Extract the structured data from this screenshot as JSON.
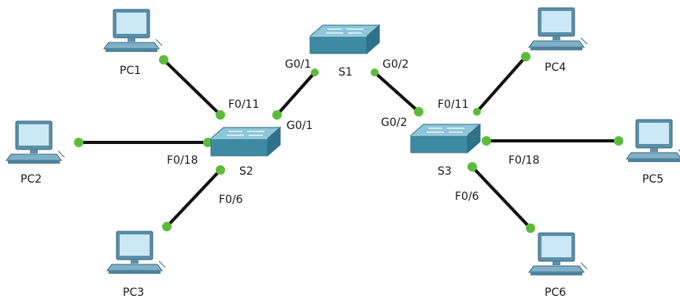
{
  "colors": {
    "link": "#111111",
    "port_up": "#5dbb3a",
    "switch_top": "#6fb3c9",
    "switch_front": "#3f8aa3",
    "pc_monitor": "#5a8fa8",
    "pc_screen": "#bfe3f0"
  },
  "devices": {
    "s1": {
      "name": "S1",
      "type": "switch",
      "icon": "switch-icon"
    },
    "s2": {
      "name": "S2",
      "type": "switch",
      "icon": "switch-icon"
    },
    "s3": {
      "name": "S3",
      "type": "switch",
      "icon": "switch-icon"
    },
    "pc1": {
      "name": "PC1",
      "type": "pc",
      "icon": "pc-icon"
    },
    "pc2": {
      "name": "PC2",
      "type": "pc",
      "icon": "pc-icon"
    },
    "pc3": {
      "name": "PC3",
      "type": "pc",
      "icon": "pc-icon"
    },
    "pc4": {
      "name": "PC4",
      "type": "pc",
      "icon": "pc-icon"
    },
    "pc5": {
      "name": "PC5",
      "type": "pc",
      "icon": "pc-icon"
    },
    "pc6": {
      "name": "PC6",
      "type": "pc",
      "icon": "pc-icon"
    }
  },
  "ports": {
    "s1_g01": "G0/1",
    "s1_g02": "G0/2",
    "s2_g01": "G0/1",
    "s2_f011": "F0/11",
    "s2_f018": "F0/18",
    "s2_f06": "F0/6",
    "s3_g02": "G0/2",
    "s3_f011": "F0/11",
    "s3_f018": "F0/18",
    "s3_f06": "F0/6"
  },
  "links": [
    {
      "from": "PC1",
      "to": "S2",
      "port": "F0/11"
    },
    {
      "from": "PC2",
      "to": "S2",
      "port": "F0/18"
    },
    {
      "from": "PC3",
      "to": "S2",
      "port": "F0/6"
    },
    {
      "from": "S2",
      "to": "S1",
      "port": "G0/1"
    },
    {
      "from": "S1",
      "to": "S3",
      "port": "G0/2"
    },
    {
      "from": "PC4",
      "to": "S3",
      "port": "F0/11"
    },
    {
      "from": "PC5",
      "to": "S3",
      "port": "F0/18"
    },
    {
      "from": "PC6",
      "to": "S3",
      "port": "F0/6"
    }
  ]
}
